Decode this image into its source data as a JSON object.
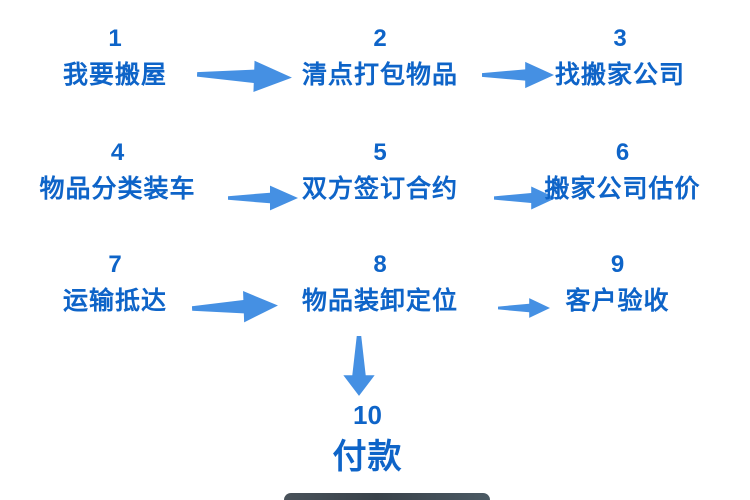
{
  "diagram": {
    "title": "",
    "colors": {
      "step_text": "#0e64c8",
      "arrow": "#4590e3"
    },
    "steps": [
      {
        "num": "1",
        "label": "我要搬屋"
      },
      {
        "num": "2",
        "label": "清点打包物品"
      },
      {
        "num": "3",
        "label": "找搬家公司"
      },
      {
        "num": "4",
        "label": "物品分类装车"
      },
      {
        "num": "5",
        "label": "双方签订合约"
      },
      {
        "num": "6",
        "label": "搬家公司估价"
      },
      {
        "num": "7",
        "label": "运输抵达"
      },
      {
        "num": "8",
        "label": "物品装卸定位"
      },
      {
        "num": "9",
        "label": "客户验收"
      },
      {
        "num": "10",
        "label": "付款"
      }
    ],
    "connections": [
      {
        "from": "1",
        "to": "2",
        "direction": "right"
      },
      {
        "from": "2",
        "to": "3",
        "direction": "right"
      },
      {
        "from": "4",
        "to": "5",
        "direction": "right"
      },
      {
        "from": "5",
        "to": "6",
        "direction": "right"
      },
      {
        "from": "7",
        "to": "8",
        "direction": "right"
      },
      {
        "from": "8",
        "to": "9",
        "direction": "right"
      },
      {
        "from": "8",
        "to": "10",
        "direction": "down"
      }
    ]
  }
}
